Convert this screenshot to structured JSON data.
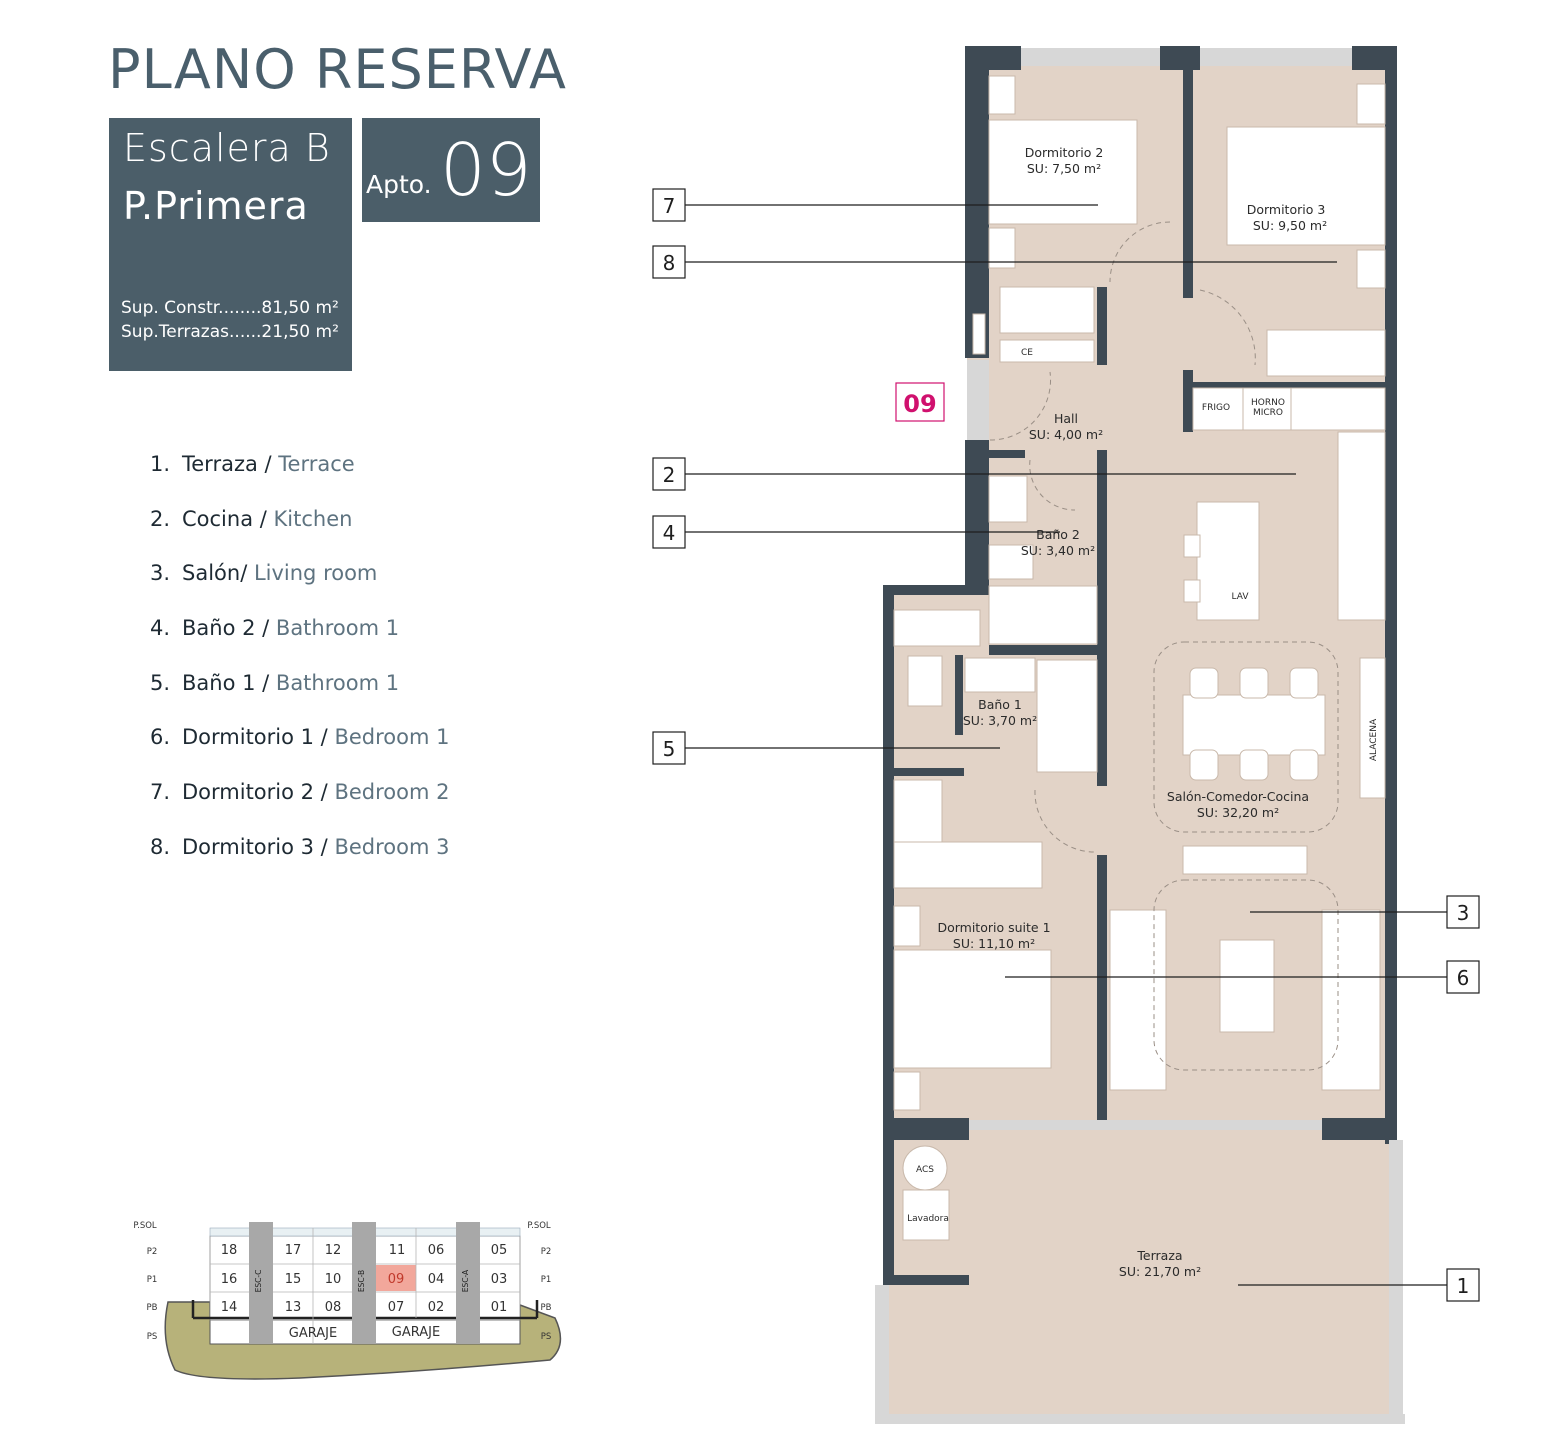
{
  "header": {
    "title": "PLANO RESERVA"
  },
  "info": {
    "escalera": "Escalera B",
    "planta": "P.Primera",
    "sup_constr": "Sup. Constr........81,50 m²",
    "sup_terrazas": "Sup.Terrazas......21,50 m²",
    "apto_label": "Apto.",
    "apto_number": "09"
  },
  "legend": [
    {
      "num": "1.",
      "es": "Terraza / ",
      "en": "Terrace"
    },
    {
      "num": "2.",
      "es": "Cocina / ",
      "en": "Kitchen"
    },
    {
      "num": "3.",
      "es": "Salón/ ",
      "en": "Living room"
    },
    {
      "num": "4.",
      "es": "Baño 2 / ",
      "en": "Bathroom 1"
    },
    {
      "num": "5.",
      "es": "Baño 1 / ",
      "en": "Bathroom 1"
    },
    {
      "num": "6.",
      "es": "Dormitorio 1 / ",
      "en": "Bedroom 1"
    },
    {
      "num": "7.",
      "es": "Dormitorio 2 / ",
      "en": "Bedroom 2"
    },
    {
      "num": "8.",
      "es": "Dormitorio 3 / ",
      "en": "Bedroom 3"
    }
  ],
  "plan": {
    "unit_tag": "09",
    "rooms": {
      "dorm2_name": "Dormitorio 2",
      "dorm2_su": "SU: 7,50 m²",
      "dorm3_name": "Dormitorio 3",
      "dorm3_su": "SU: 9,50 m²",
      "hall_name": "Hall",
      "hall_su": "SU: 4,00 m²",
      "bano2_name": "Baño 2",
      "bano2_su": "SU: 3,40 m²",
      "bano1_name": "Baño 1",
      "bano1_su": "SU: 3,70 m²",
      "salon_name": "Salón-Comedor-Cocina",
      "salon_su": "SU: 32,20 m²",
      "suite_name": "Dormitorio suite 1",
      "suite_su": "SU: 11,10 m²",
      "terraza_name": "Terraza",
      "terraza_su": "SU: 21,70 m²"
    },
    "fixtures": {
      "ce": "CE",
      "frigo": "FRIGO",
      "horno1": "HORNO",
      "horno2": "MICRO",
      "lav": "LAV",
      "alacena": "ALACENA",
      "acs": "ACS",
      "lavadora": "Lavadora"
    },
    "callouts": [
      "7",
      "8",
      "2",
      "4",
      "5",
      "3",
      "6",
      "1"
    ]
  },
  "key_plan": {
    "levels_left": [
      "P.SOL",
      "P2",
      "P1",
      "PB",
      "PS"
    ],
    "levels_right": [
      "P.SOL",
      "P2",
      "P1",
      "PB",
      "PS"
    ],
    "row_p2": [
      "18",
      "17",
      "12",
      "11",
      "06",
      "05"
    ],
    "row_p1": [
      "16",
      "15",
      "10",
      "09",
      "04",
      "03"
    ],
    "row_pb": [
      "14",
      "13",
      "08",
      "07",
      "02",
      "01"
    ],
    "stairs": [
      "ESC-C",
      "ESC-B",
      "ESC-A"
    ],
    "garage": [
      "GARAJE",
      "GARAJE"
    ],
    "highlight": "09"
  },
  "colors": {
    "slate": "#4b5e69",
    "floor": "#e2d3c7",
    "wall": "#3e4a54",
    "magenta": "#d0106e",
    "highlight": "#f2a79b",
    "ground": "#b7b27a"
  }
}
